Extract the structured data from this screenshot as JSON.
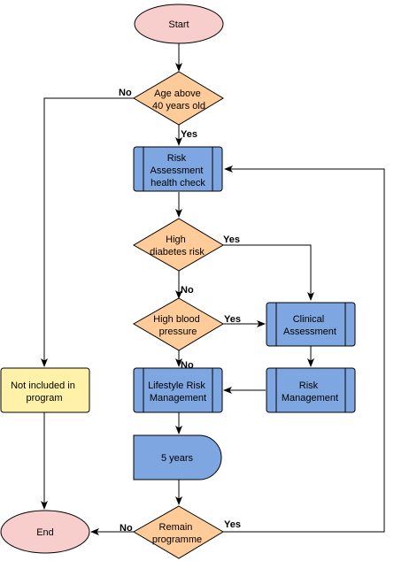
{
  "colors": {
    "terminal_fill": "#f8cecc",
    "decision_fill": "#ffcc99",
    "process_fill": "#7ea6e0",
    "excluded_fill": "#fff2a8",
    "stroke": "#000000"
  },
  "nodes": {
    "start": "Start",
    "age": [
      "Age above",
      "40 years old"
    ],
    "risk_check": [
      "Risk",
      "Assessment",
      "health check"
    ],
    "diabetes": [
      "High",
      "diabetes risk"
    ],
    "blood_pressure": [
      "High blood",
      "pressure"
    ],
    "clinical": [
      "Clinical",
      "Assessment"
    ],
    "risk_mgmt": [
      "Risk",
      "Management"
    ],
    "lifestyle": [
      "Lifestyle Risk",
      "Management"
    ],
    "not_included": [
      "Not included in",
      "program"
    ],
    "five_years": "5 years",
    "remain": [
      "Remain",
      "programme"
    ],
    "end": "End"
  },
  "edge_labels": {
    "age_no": "No",
    "age_yes": "Yes",
    "diabetes_yes": "Yes",
    "diabetes_no": "No",
    "bp_yes": "Yes",
    "bp_no": "No",
    "remain_no": "No",
    "remain_yes": "Yes"
  }
}
